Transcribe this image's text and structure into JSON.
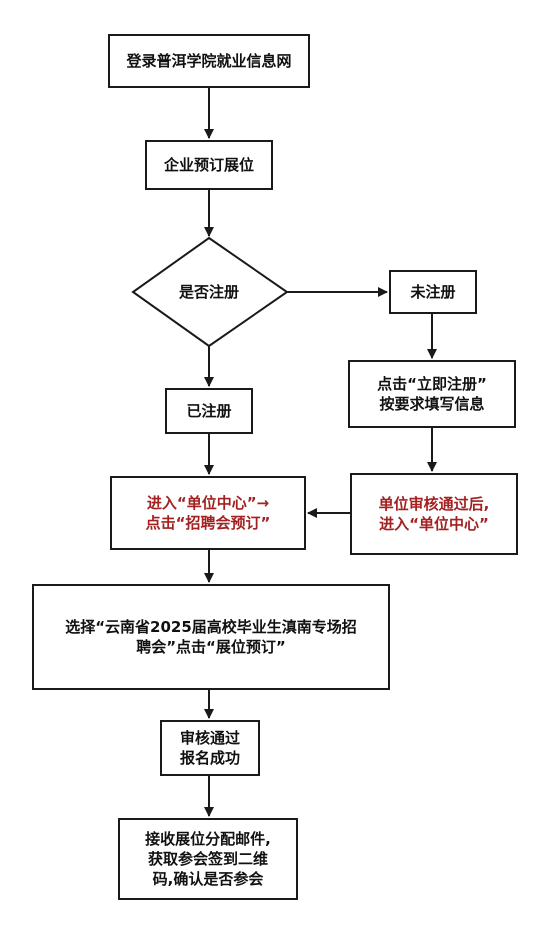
{
  "flowchart": {
    "login": "登录普洱学院就业信息网",
    "book_booth": "企业预订展位",
    "decision": "是否注册",
    "not_registered": "未注册",
    "registered": "已注册",
    "register_line1": "点击“立即注册”",
    "register_line2": "按要求填写信息",
    "approved_line1": "单位审核通过后,",
    "approved_line2": "进入“单位中心”",
    "enter_center_line1": "进入“单位中心”→",
    "enter_center_line2": "点击“招聘会预订”",
    "select_fair_line1": "选择“云南省2025届高校毕业生滇南专场招",
    "select_fair_line2": "聘会”点击“展位预订”",
    "review_line1": "审核通过",
    "review_line2": "报名成功",
    "email_line1": "接收展位分配邮件,",
    "email_line2": "获取参会签到二维",
    "email_line3": "码,确认是否参会"
  },
  "colors": {
    "line": "#1a1a1a",
    "highlight_text": "#a32121"
  }
}
